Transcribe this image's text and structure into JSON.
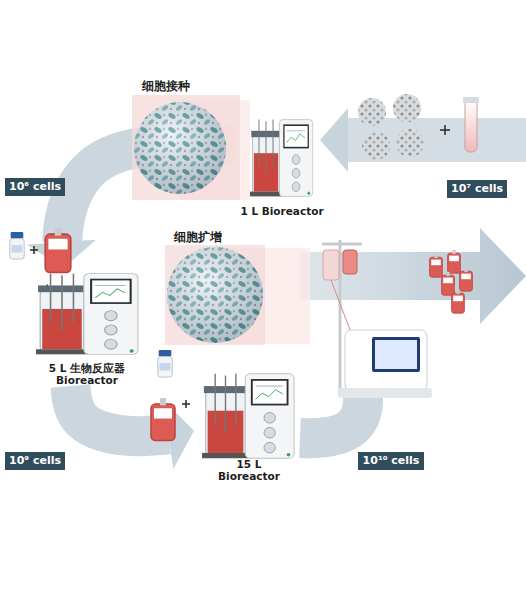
{
  "diagram": {
    "nodes": [
      {
        "text": [
          "10⁷ cells"
        ]
      },
      {
        "text": [
          "1 L Bioreactor"
        ]
      },
      {
        "text": [
          "10⁶ cells"
        ]
      },
      {
        "text": [
          "5 L 生物反应器 Bioreactor"
        ]
      },
      {
        "text": [
          "10⁹ cells"
        ]
      },
      {
        "text": [
          "15 L Bioreactor"
        ]
      },
      {
        "text": [
          "10¹⁰ cells"
        ]
      }
    ],
    "edges": [
      {
        "from": 1,
        "to": 3,
        "arrow": "to"
      },
      {
        "from": 3,
        "to": 5,
        "arrow": "to"
      }
    ],
    "labels": [
      "细胞接种",
      "细胞扩增"
    ]
  }
}
